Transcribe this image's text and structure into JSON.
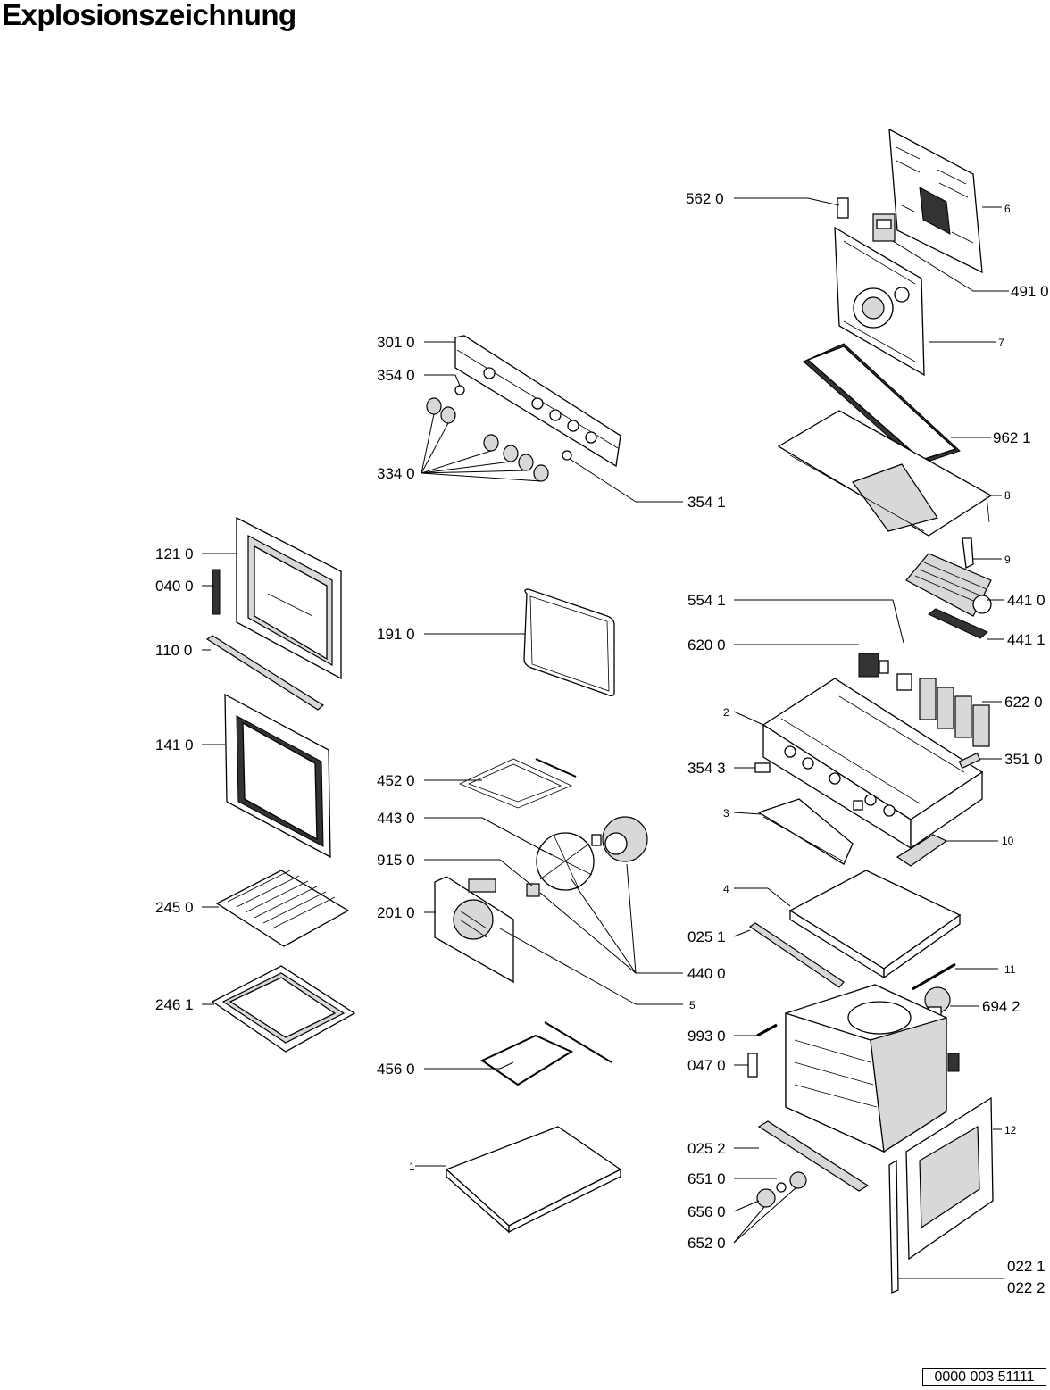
{
  "title": "Explosionszeichnung",
  "doc_code": "0000 003 51111",
  "labels": {
    "l5620": "562 0",
    "l6": "6",
    "l4910": "491 0",
    "l7": "7",
    "l3010": "301 0",
    "l3540": "354 0",
    "l9621": "962 1",
    "l3340": "334 0",
    "l8": "8",
    "l3541": "354 1",
    "l1210": "121 0",
    "l9": "9",
    "l0400": "040 0",
    "l5541": "554 1",
    "l4410": "441 0",
    "l1910": "191 0",
    "l1100": "110 0",
    "l6200": "620 0",
    "l4411": "441 1",
    "l6220": "622 0",
    "l2": "2",
    "l1410": "141 0",
    "l3543": "354 3",
    "l3510": "351 0",
    "l4520": "452 0",
    "l3": "3",
    "l4430": "443 0",
    "l10": "10",
    "l9150": "915 0",
    "l4": "4",
    "l2450": "245 0",
    "l2010": "201 0",
    "l0251": "025 1",
    "l4400": "440 0",
    "l11": "11",
    "l2461": "246 1",
    "l5": "5",
    "l6942": "694 2",
    "l9930": "993 0",
    "l0470": "047 0",
    "l4560": "456 0",
    "l12": "12",
    "l0252": "025 2",
    "l1": "1",
    "l6510": "651 0",
    "l6560": "656 0",
    "l6520": "652 0",
    "l0221": "022 1",
    "l0222": "022 2"
  }
}
